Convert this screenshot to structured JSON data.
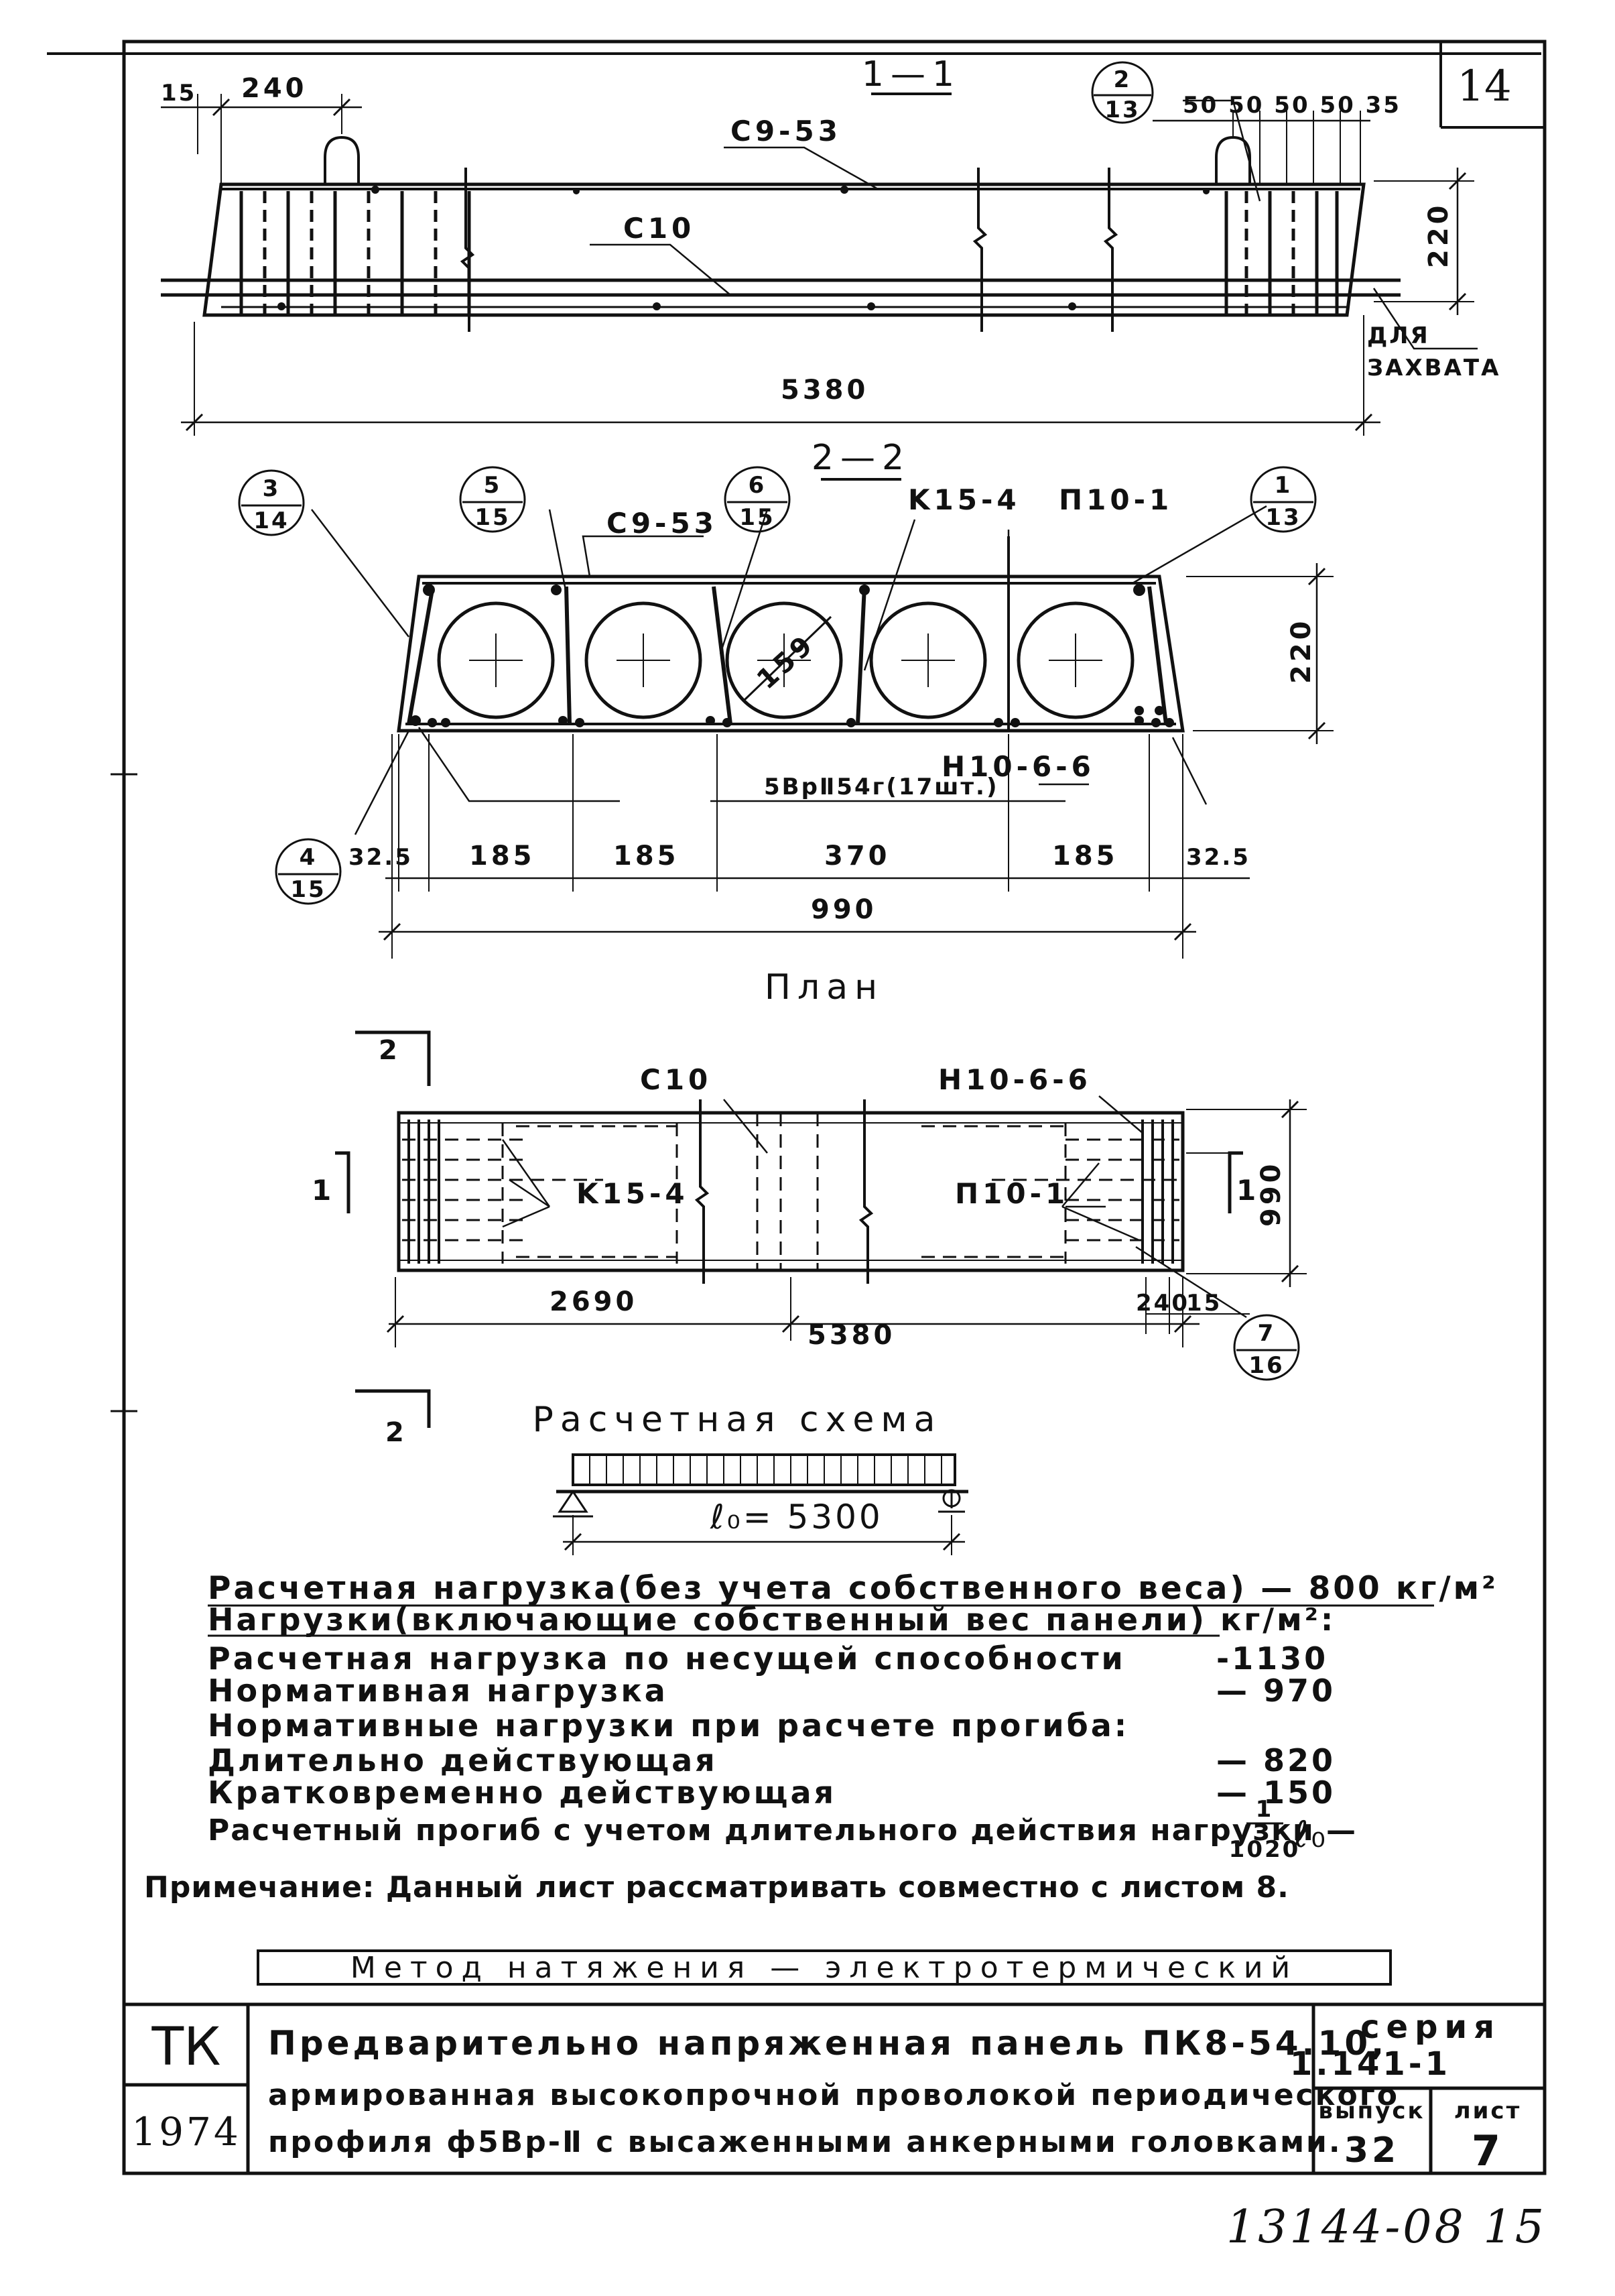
{
  "frame": {
    "sheet_corner": "14"
  },
  "section_1_1": {
    "title": "1—1",
    "dim_15": "15",
    "dim_240": "240",
    "callout_top": "2",
    "callout_bottom": "13",
    "dims_right": "50 50 50 50 35",
    "mesh_c9_53": "C9-53",
    "mesh_c10": "C10",
    "height": "220",
    "length": "5380",
    "grip_note_1": "ДЛЯ",
    "grip_note_2": "ЗАХВАТА"
  },
  "section_2_2": {
    "title": "2—2",
    "callouts": [
      {
        "top": "3",
        "bottom": "14"
      },
      {
        "top": "5",
        "bottom": "15"
      },
      {
        "top": "6",
        "bottom": "15"
      },
      {
        "top": "1",
        "bottom": "13"
      },
      {
        "top": "4",
        "bottom": "15"
      }
    ],
    "mesh_c9_53": "C9-53",
    "frame_k15_4": "K15-4",
    "loop_p10_1": "П10-1",
    "diameter": "159",
    "wire_label": "5ВрⅡ54г(17шт.)",
    "mesh_h10": "Н10-6-6",
    "height": "220",
    "dims": [
      "32.5",
      "185",
      "185",
      "370",
      "185",
      "32.5"
    ],
    "width": "990"
  },
  "plan": {
    "title": "План",
    "mesh_c10": "C10",
    "mesh_h10": "Н10-6-6",
    "frame_k15_4": "K15-4",
    "loop_p10_1": "П10-1",
    "cut1": "1",
    "cut2": "2",
    "width": "990",
    "half": "2690",
    "length": "5380",
    "dim_240": "240",
    "dim_15": "15",
    "callout_top": "7",
    "callout_bottom": "16"
  },
  "scheme": {
    "title": "Расчетная схема",
    "span": "ℓ₀= 5300"
  },
  "loads": {
    "line1": "Расчетная нагрузка(без учета собственного веса) — 800 кг/м²",
    "line2": "Нагрузки(включающие собственный вес панели) кг/м²:",
    "rows": [
      {
        "label": "Расчетная нагрузка по несущей способности",
        "value": "-1130"
      },
      {
        "label": "Нормативная нагрузка",
        "value": "— 970"
      },
      {
        "label": "Нормативные нагрузки при расчете прогиба:",
        "value": ""
      },
      {
        "label": "Длительно действующая",
        "value": "— 820"
      },
      {
        "label": "Кратковременно действующая",
        "value": "— 150"
      }
    ],
    "deflection_label": "Расчетный прогиб с учетом длительного действия нагрузки —",
    "frac_num": "1",
    "frac_den": "1020",
    "frac_suffix": "ℓ₀",
    "note": "Примечание: Данный лист рассматривать совместно с листом 8."
  },
  "method": "Метод натяжения — электротермический",
  "title_block": {
    "org": "ТК",
    "year": "1974",
    "line1": "Предварительно напряженная панель ПК8-54.10,",
    "line2": "армированная высокопрочной проволокой периодического",
    "line3": "профиля ф5Вр-Ⅱ с высаженными анкерными головками.",
    "series_label": "серия",
    "series_value": "1.141-1",
    "issue_label": "выпуск",
    "issue_value": "32",
    "sheet_label": "лист",
    "sheet_value": "7"
  },
  "stamp": "13144-08 15"
}
